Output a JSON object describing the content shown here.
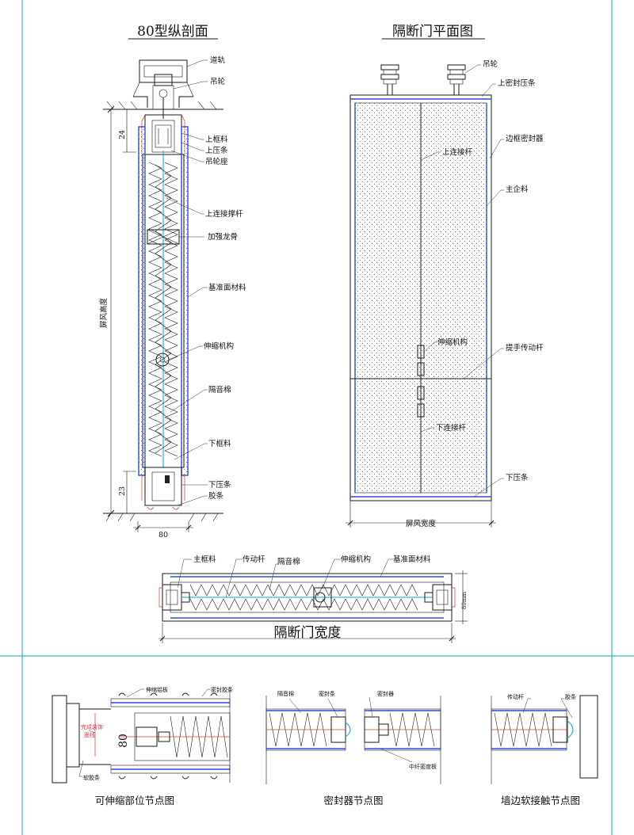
{
  "section": {
    "title": "80型纵剖面",
    "labels": {
      "rail": "道轨",
      "hanger": "吊轮",
      "upper_frame": "上框料",
      "upper_strip": "上压条",
      "hanger_seat": "吊轮座",
      "upper_rod": "上连接撑杆",
      "rib": "加强龙骨",
      "panel": "基准面材料",
      "mechanism": "伸缩机构",
      "cotton": "隔音棉",
      "lower_frame": "下框料",
      "lower_strip": "下压条",
      "rubber": "胶条"
    },
    "dim_top": "24",
    "dim_bottom": "23",
    "dim_width": "80",
    "height_label": "屏风高度"
  },
  "plan": {
    "title": "隔断门平面图",
    "labels": {
      "hanger": "吊轮",
      "top_seal_strip": "上密封压条",
      "side_seal": "边框密封器",
      "main_frame": "主企料",
      "upper_rod": "上连接杆",
      "mechanism": "伸缩机构",
      "handle_rod": "提手传动杆",
      "lower_rod": "下连接杆",
      "lower_strip": "下压条"
    },
    "width_label": "屏风宽度"
  },
  "horizontal": {
    "labels": {
      "main_frame": "主框料",
      "drive_rod": "传动杆",
      "cotton": "隔音棉",
      "mechanism": "伸缩机构",
      "panel": "基准面材料"
    },
    "dim": "80mm",
    "width_label": "隔断门宽度"
  },
  "details": [
    {
      "caption": "可伸缩部位节点图",
      "labels": {
        "plate": "伸缩铝板",
        "seal_strip": "密封胶条",
        "finish_line": "完成装饰",
        "finish_line2": "面线",
        "soft_strip": "软胶条",
        "dim": "80"
      }
    },
    {
      "caption": "密封器节点图",
      "labels": {
        "cotton": "隔音棉",
        "seal": "密封条",
        "sealer": "密封器",
        "plate": "中纤密度板"
      }
    },
    {
      "caption": "墙边软接触节点图",
      "labels": {
        "drive_rod": "传动杆",
        "rubber": "胶条"
      }
    }
  ]
}
